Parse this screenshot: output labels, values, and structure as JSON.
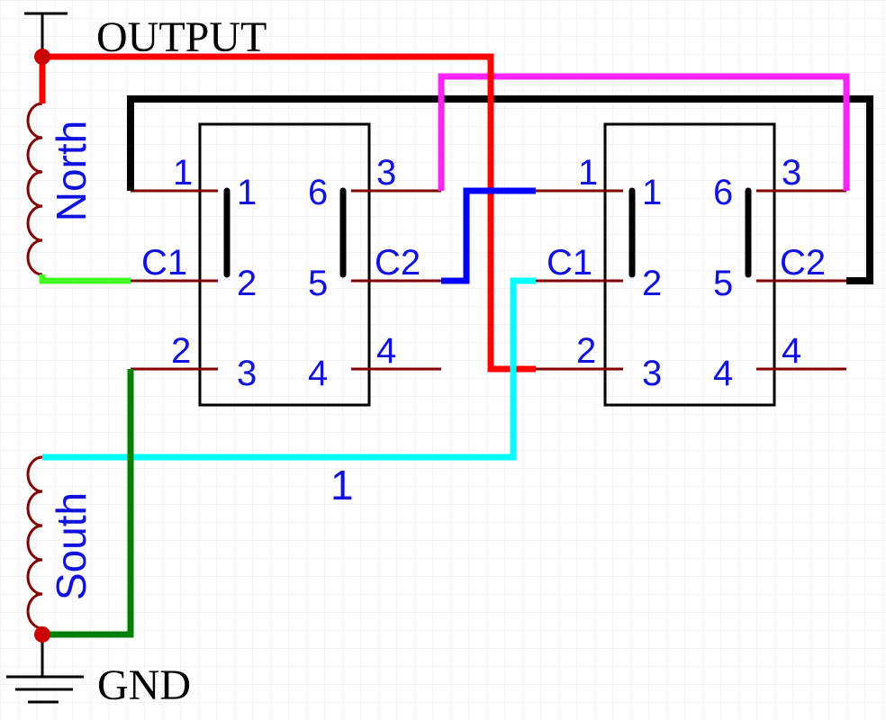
{
  "power": {
    "output_label": "OUTPUT",
    "gnd_label": "GND"
  },
  "coils": {
    "north": "North",
    "south": "South"
  },
  "switch_left": {
    "pin_numbers": {
      "p1": "1",
      "p2": "2",
      "p3": "3",
      "p4": "4",
      "p5": "5",
      "p6": "6"
    },
    "net_labels": {
      "top_left": "1",
      "mid_left": "C1",
      "bottom_left": "2",
      "top_right": "3",
      "mid_right": "C2",
      "bottom_right": "4"
    }
  },
  "switch_right": {
    "pin_numbers": {
      "p1": "1",
      "p2": "2",
      "p3": "3",
      "p4": "4",
      "p5": "5",
      "p6": "6"
    },
    "net_labels": {
      "top_left": "1",
      "mid_left": "C1",
      "bottom_left": "2",
      "top_right": "3",
      "mid_right": "C2",
      "bottom_right": "4"
    }
  },
  "wire_label": "1",
  "colors": {
    "output_wire": "#ff0000",
    "magenta_wire": "#ff22ff",
    "black_wire": "#000000",
    "blue_wire": "#0000ff",
    "cyan_wire": "#00ffff",
    "light_green_wire": "#44ff22",
    "dark_green_wire": "#008000",
    "pin_line": "#800000",
    "coil": "#800000",
    "junction": "#cc0000"
  }
}
